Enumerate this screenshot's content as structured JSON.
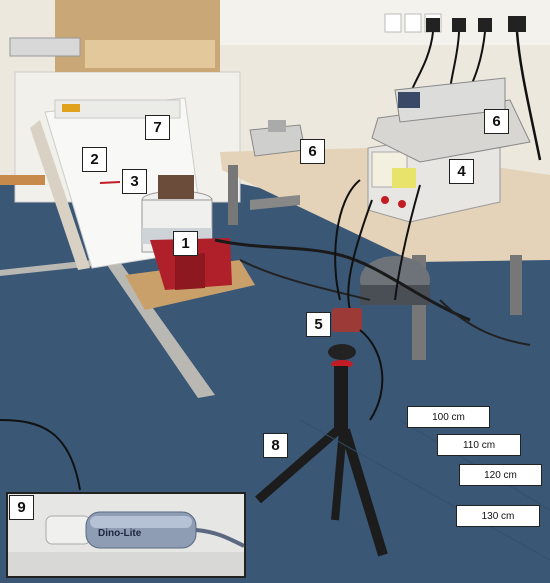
{
  "labels": {
    "n1": "1",
    "n2": "2",
    "n3": "3",
    "n4": "4",
    "n5": "5",
    "n6a": "6",
    "n6b": "6",
    "n7": "7",
    "n8": "8",
    "n9": "9"
  },
  "distances": [
    "100 cm",
    "110 cm",
    "120 cm",
    "130 cm"
  ],
  "inset": {
    "brand": "Dino-Lite"
  },
  "colors": {
    "carpet": "#3a5776",
    "wall": "#ece8de",
    "table_top": "#e4d3b8",
    "red_stand": "#b0202a",
    "instrument": "#e8e6e2",
    "tripod": "#1c1c1c"
  }
}
